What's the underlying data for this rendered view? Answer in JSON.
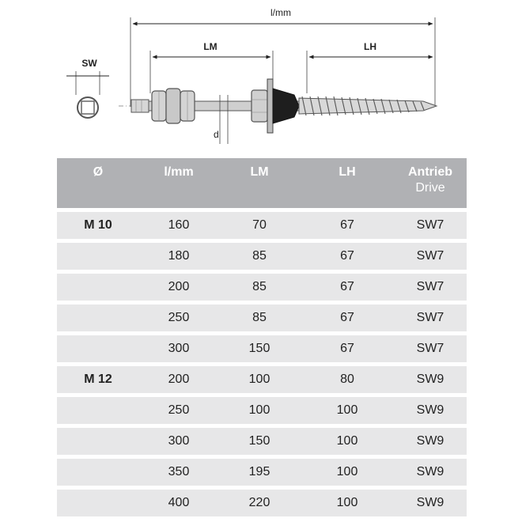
{
  "drawing": {
    "labels": {
      "total_length": "l/mm",
      "lm": "LM",
      "lh": "LH",
      "sw": "SW",
      "d": "d"
    }
  },
  "table": {
    "headers": [
      {
        "line1": "Ø",
        "line2": ""
      },
      {
        "line1": "l/mm",
        "line2": ""
      },
      {
        "line1": "LM",
        "line2": ""
      },
      {
        "line1": "LH",
        "line2": ""
      },
      {
        "line1": "Antrieb",
        "line2": "Drive"
      }
    ],
    "rows": [
      {
        "dia": "M 10",
        "l": "160",
        "lm": "70",
        "lh": "67",
        "drive": "SW7"
      },
      {
        "dia": "",
        "l": "180",
        "lm": "85",
        "lh": "67",
        "drive": "SW7"
      },
      {
        "dia": "",
        "l": "200",
        "lm": "85",
        "lh": "67",
        "drive": "SW7"
      },
      {
        "dia": "",
        "l": "250",
        "lm": "85",
        "lh": "67",
        "drive": "SW7"
      },
      {
        "dia": "",
        "l": "300",
        "lm": "150",
        "lh": "67",
        "drive": "SW7"
      },
      {
        "dia": "M 12",
        "l": "200",
        "lm": "100",
        "lh": "80",
        "drive": "SW9"
      },
      {
        "dia": "",
        "l": "250",
        "lm": "100",
        "lh": "100",
        "drive": "SW9"
      },
      {
        "dia": "",
        "l": "300",
        "lm": "150",
        "lh": "100",
        "drive": "SW9"
      },
      {
        "dia": "",
        "l": "350",
        "lm": "195",
        "lh": "100",
        "drive": "SW9"
      },
      {
        "dia": "",
        "l": "400",
        "lm": "220",
        "lh": "100",
        "drive": "SW9"
      }
    ]
  }
}
